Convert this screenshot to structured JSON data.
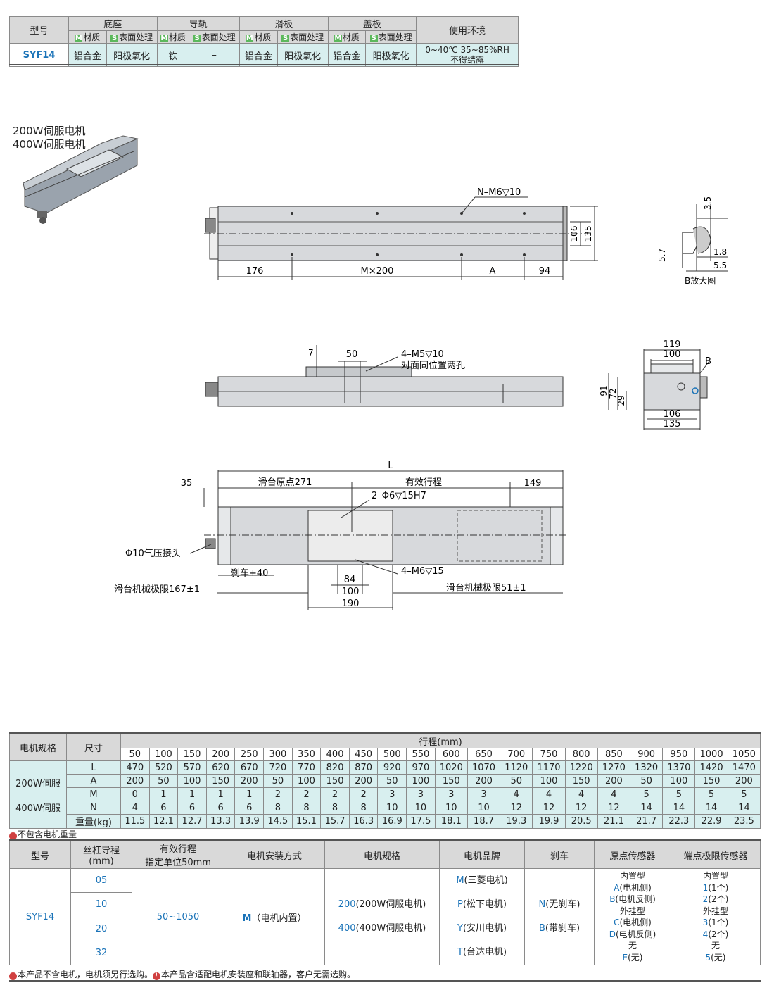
{
  "spec_table": {
    "h_model": "型号",
    "h_base": "底座",
    "h_rail": "导轨",
    "h_slide": "滑板",
    "h_cover": "盖板",
    "h_env": "使用环境",
    "m_tag": "M",
    "s_tag": "S",
    "h_material": "材质",
    "h_surface": "表面处理",
    "model": "SYF14",
    "base_mat": "铝合金",
    "base_surf": "阳极氧化",
    "rail_mat": "铁",
    "rail_surf": "–",
    "slide_mat": "铝合金",
    "slide_surf": "阳极氧化",
    "cover_mat": "铝合金",
    "cover_surf": "阳极氧化",
    "env_line1": "0~40℃  35~85%RH",
    "env_line2": "不得结露"
  },
  "motor_caption": {
    "line1": "200W伺服电机",
    "line2": "400W伺服电机"
  },
  "drawing": {
    "top_n_m6": "N–M6▽10",
    "dim_176": "176",
    "dim_mx200": "M×200",
    "dim_a": "A",
    "dim_94": "94",
    "dim_106": "106",
    "dim_135": "135",
    "b_35": "3.5",
    "b_57": "5.7",
    "b_18": "1.8",
    "b_55": "5.5",
    "b_enlarged": "B放大图",
    "side_7": "7",
    "side_50": "50",
    "side_m5": "4–M5▽10",
    "side_m5_note": "对面同位置两孔",
    "end_119": "119",
    "end_100": "100",
    "end_b": "B",
    "end_91": "91",
    "end_72": "72",
    "end_29": "29",
    "end_106": "106",
    "end_135": "135",
    "bot_l": "L",
    "bot_35": "35",
    "bot_origin": "滑台原点271",
    "bot_stroke": "有效行程",
    "bot_149": "149",
    "bot_phi6": "2–Φ6▽15H7",
    "bot_air": "Φ10气压接头",
    "bot_brake": "刹车+40",
    "bot_m6": "4–M6▽15",
    "bot_84": "84",
    "bot_100": "100",
    "bot_190": "190",
    "bot_lim_left": "滑台机械极限167±1",
    "bot_lim_right": "滑台机械极限51±1"
  },
  "stroke_table": {
    "h_motor": "电机规格",
    "h_dim": "尺寸",
    "h_stroke": "行程(mm)",
    "strokes": [
      "50",
      "100",
      "150",
      "200",
      "250",
      "300",
      "350",
      "400",
      "450",
      "500",
      "550",
      "600",
      "650",
      "700",
      "750",
      "800",
      "850",
      "900",
      "950",
      "1000",
      "1050"
    ],
    "motor1": "200W伺服",
    "motor2": "400W伺服",
    "rows": [
      {
        "label": "L",
        "values": [
          "470",
          "520",
          "570",
          "620",
          "670",
          "720",
          "770",
          "820",
          "870",
          "920",
          "970",
          "1020",
          "1070",
          "1120",
          "1170",
          "1220",
          "1270",
          "1320",
          "1370",
          "1420",
          "1470"
        ]
      },
      {
        "label": "A",
        "values": [
          "200",
          "50",
          "100",
          "150",
          "200",
          "50",
          "100",
          "150",
          "200",
          "50",
          "100",
          "150",
          "200",
          "50",
          "100",
          "150",
          "200",
          "50",
          "100",
          "150",
          "200"
        ]
      },
      {
        "label": "M",
        "values": [
          "0",
          "1",
          "1",
          "1",
          "1",
          "2",
          "2",
          "2",
          "2",
          "3",
          "3",
          "3",
          "3",
          "4",
          "4",
          "4",
          "4",
          "5",
          "5",
          "5",
          "5"
        ]
      },
      {
        "label": "N",
        "values": [
          "4",
          "6",
          "6",
          "6",
          "6",
          "8",
          "8",
          "8",
          "8",
          "10",
          "10",
          "10",
          "10",
          "12",
          "12",
          "12",
          "12",
          "14",
          "14",
          "14",
          "14"
        ]
      },
      {
        "label": "重量(kg)",
        "values": [
          "11.5",
          "12.1",
          "12.7",
          "13.3",
          "13.9",
          "14.5",
          "15.1",
          "15.7",
          "16.3",
          "16.9",
          "17.5",
          "18.1",
          "18.7",
          "19.3",
          "19.9",
          "20.5",
          "21.1",
          "21.7",
          "22.3",
          "22.9",
          "23.5"
        ]
      }
    ],
    "note": "不包含电机重量"
  },
  "order_table": {
    "h_model": "型号",
    "h_lead1": "丝杠导程",
    "h_lead2": "(mm)",
    "h_stroke1": "有效行程",
    "h_stroke2": "指定单位50mm",
    "h_mount": "电机安装方式",
    "h_spec": "电机规格",
    "h_brand": "电机品牌",
    "h_brake": "刹车",
    "h_origin": "原点传感器",
    "h_limit": "端点极限传感器",
    "model": "SYF14",
    "leads": [
      "05",
      "10",
      "20",
      "32"
    ],
    "stroke_range": "50~1050",
    "mount_code": "M",
    "mount_text": "（电机内置）",
    "spec1_code": "200",
    "spec1_text": "(200W伺服电机)",
    "spec2_code": "400",
    "spec2_text": "(400W伺服电机)",
    "brands": [
      {
        "code": "M",
        "text": "(三菱电机)"
      },
      {
        "code": "P",
        "text": "(松下电机)"
      },
      {
        "code": "Y",
        "text": "(安川电机)"
      },
      {
        "code": "T",
        "text": "(台达电机)"
      }
    ],
    "brake1_code": "N",
    "brake1_text": "(无刹车)",
    "brake2_code": "B",
    "brake2_text": "(带刹车)",
    "origin": {
      "inner": "内置型",
      "a_code": "A",
      "a_text": "(电机侧)",
      "b_code": "B",
      "b_text": "(电机反侧)",
      "outer": "外挂型",
      "c_code": "C",
      "c_text": "(电机侧)",
      "d_code": "D",
      "d_text": "(电机反侧)",
      "none": "无",
      "e_code": "E",
      "e_text": "(无)"
    },
    "limit": {
      "inner": "内置型",
      "c1_code": "1",
      "c1_text": "(1个)",
      "c2_code": "2",
      "c2_text": "(2个)",
      "outer": "外挂型",
      "c3_code": "3",
      "c3_text": "(1个)",
      "c4_code": "4",
      "c4_text": "(2个)",
      "none": "无",
      "c5_code": "5",
      "c5_text": "(无)"
    },
    "note1": "本产品不含电机，电机须另行选购。",
    "note2": "本产品含适配电机安装座和联轴器，客户无需选购。"
  }
}
